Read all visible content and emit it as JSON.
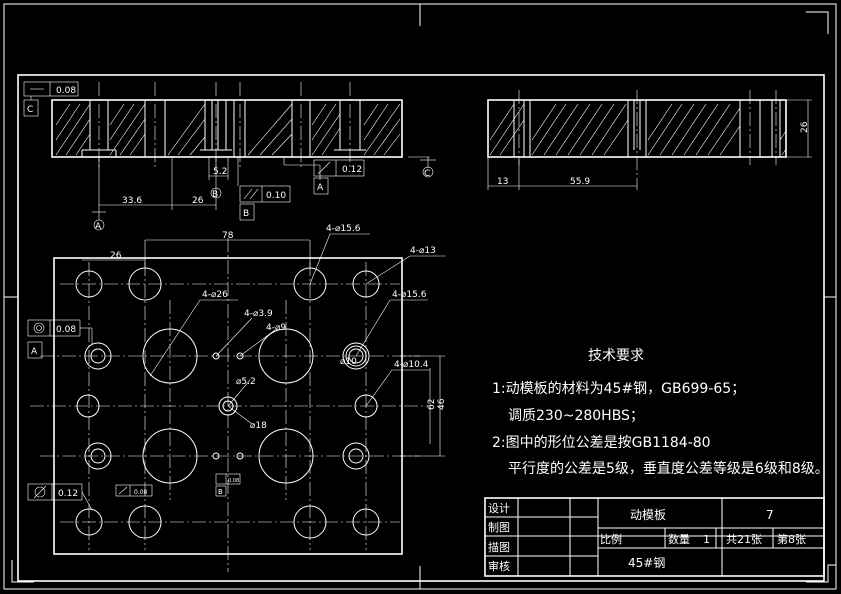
{
  "technical_requirements": {
    "title": "技术要求",
    "line1": "1:动模板的材料为45#钢，GB699-65；",
    "line2": "调质230~280HBS；",
    "line3": "2:图中的形位公差是按GB1184-80",
    "line4": "平行度的公差是5级，垂直度公差等级是6级和8级。"
  },
  "title_block": {
    "name": "动模板",
    "drawing_no": "7",
    "scale_label": "比例",
    "quantity_label": "数量",
    "quantity_value": "1",
    "total_sheets": "共21张",
    "sheet_no": "第8张",
    "material": "45#钢",
    "role_design": "设计",
    "role_drafting": "制图",
    "role_tracing": "描图",
    "role_review": "审核"
  },
  "front_view": {
    "dim_33_6": "33.6",
    "dim_26": "26",
    "dim_5_2": "5.2",
    "gdt_flat": "0.08",
    "gdt_flat_ref": "C",
    "gdt_par": "0.10",
    "gdt_par_ref": "B",
    "gdt_perp": "0.12",
    "gdt_perp_ref": "A",
    "datum_a": "A",
    "datum_b": "B",
    "datum_c": "C"
  },
  "side_view": {
    "dim_13": "13",
    "dim_55_9": "55.9",
    "dim_26": "26"
  },
  "plan_view": {
    "dim_78": "78",
    "dim_26": "26",
    "hole_4_15_6_a": "4-⌀15.6",
    "hole_4_13": "4-⌀13",
    "hole_4_26": "4-⌀26",
    "hole_4_15_6_b": "4-⌀15.6",
    "hole_4_3_9": "4-⌀3.9",
    "hole_4_9": "4-⌀9",
    "hole_4_10_4": "4-⌀10.4",
    "dia_5_2": "⌀5.2",
    "dia_18": "⌀18",
    "dia_10": "⌀10",
    "dim_46": "46",
    "dim_62": "62",
    "gdt_coax": "0.08",
    "gdt_coax_ref": "A",
    "gdt_perp": "0.12",
    "gdt_small": "0.08",
    "gdt_small2": "0.08",
    "datum_a_left": "A",
    "datum_b": "B"
  }
}
